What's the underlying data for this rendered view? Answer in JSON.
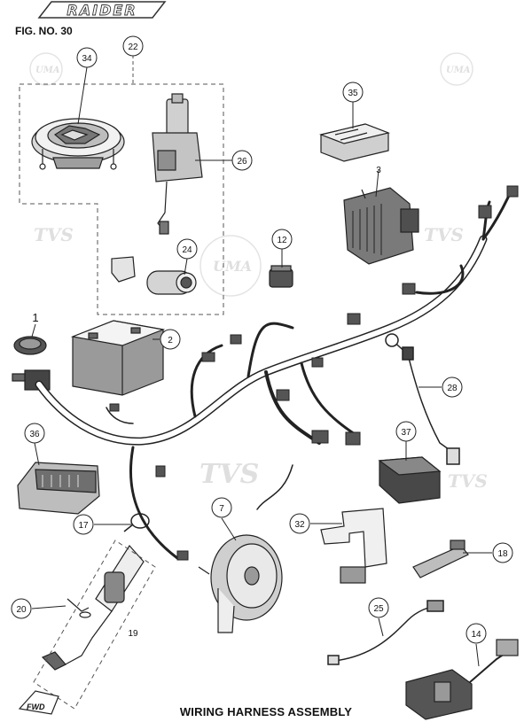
{
  "header": {
    "brand_logo": "RAIDER",
    "figure_label": "FIG. NO. 30"
  },
  "caption": "WIRING HARNESS ASSEMBLY",
  "watermarks": [
    "UMA",
    "TVS"
  ],
  "fwd_label": "FWD",
  "callouts": [
    {
      "id": "c1",
      "label": "1"
    },
    {
      "id": "c2",
      "label": "2"
    },
    {
      "id": "c3",
      "label": "3"
    },
    {
      "id": "c7",
      "label": "7"
    },
    {
      "id": "c12",
      "label": "12"
    },
    {
      "id": "c14",
      "label": "14"
    },
    {
      "id": "c17",
      "label": "17"
    },
    {
      "id": "c18",
      "label": "18"
    },
    {
      "id": "c19",
      "label": "19"
    },
    {
      "id": "c20",
      "label": "20"
    },
    {
      "id": "c22",
      "label": "22"
    },
    {
      "id": "c24",
      "label": "24"
    },
    {
      "id": "c25",
      "label": "25"
    },
    {
      "id": "c26",
      "label": "26"
    },
    {
      "id": "c28",
      "label": "28"
    },
    {
      "id": "c32",
      "label": "32"
    },
    {
      "id": "c34",
      "label": "34"
    },
    {
      "id": "c35",
      "label": "35"
    },
    {
      "id": "c36",
      "label": "36"
    },
    {
      "id": "c37",
      "label": "37"
    }
  ]
}
